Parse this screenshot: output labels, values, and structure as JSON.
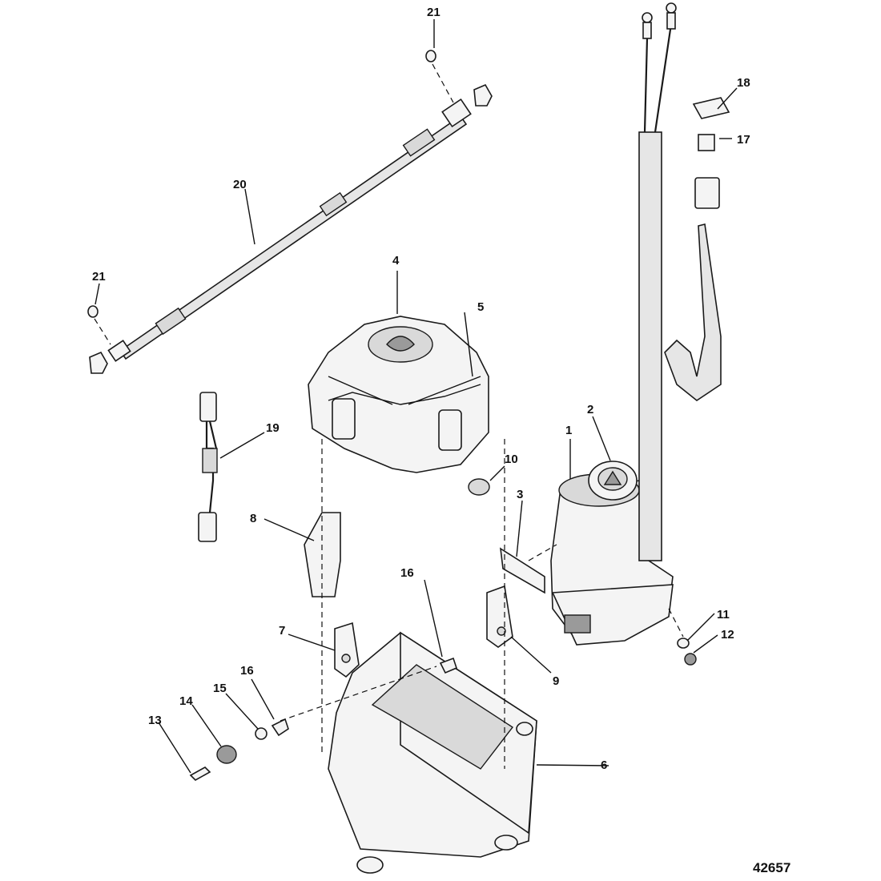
{
  "diagram_id": "42657",
  "callouts": [
    {
      "num": "1"
    },
    {
      "num": "2"
    },
    {
      "num": "3"
    },
    {
      "num": "4"
    },
    {
      "num": "5"
    },
    {
      "num": "6"
    },
    {
      "num": "7"
    },
    {
      "num": "8"
    },
    {
      "num": "9"
    },
    {
      "num": "10"
    },
    {
      "num": "11"
    },
    {
      "num": "12"
    },
    {
      "num": "13"
    },
    {
      "num": "14"
    },
    {
      "num": "15"
    },
    {
      "num": "16"
    },
    {
      "num": "16"
    },
    {
      "num": "17"
    },
    {
      "num": "18"
    },
    {
      "num": "19"
    },
    {
      "num": "20"
    },
    {
      "num": "21"
    },
    {
      "num": "21"
    }
  ]
}
